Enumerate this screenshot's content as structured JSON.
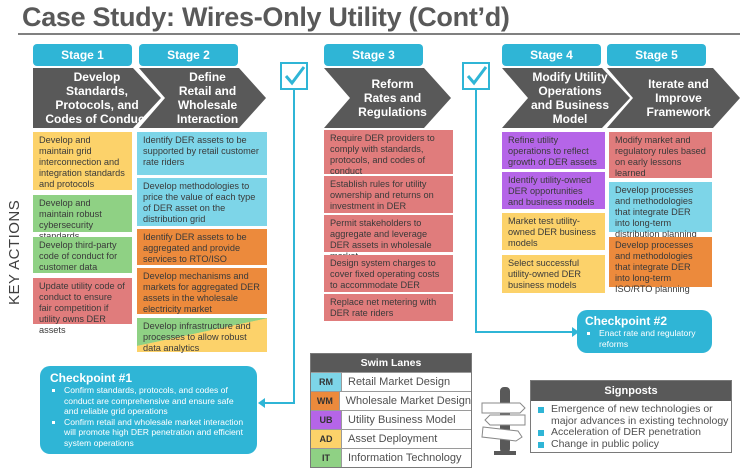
{
  "title": "Case Study: Wires-Only Utility (Cont’d)",
  "side_label": "KEY ACTIONS",
  "stages": [
    {
      "tab": "Stage 1",
      "name": "Develop Standards, Protocols, and Codes of Conduct",
      "lines": [
        "Develop",
        "Standards,",
        "Protocols, and",
        "Codes of Conduct"
      ],
      "actions": [
        {
          "lane": "AD",
          "text": "Develop and maintain grid interconnection and integration standards and protocols"
        },
        {
          "lane": "IT",
          "text": "Develop and maintain robust cybersecurity standards"
        },
        {
          "lane": "IT",
          "text": "Develop third-party code of conduct for customer data"
        },
        {
          "lane": "RR",
          "text": "Update utility code of conduct to ensure fair competition if utility owns DER assets"
        }
      ]
    },
    {
      "tab": "Stage 2",
      "name": "Define Retail and Wholesale Interaction",
      "lines": [
        "Define",
        "Retail and",
        "Wholesale",
        "Interaction"
      ],
      "actions": [
        {
          "lane": "RM",
          "text": "Identify DER assets to be supported by retail customer rate riders"
        },
        {
          "lane": "RM",
          "text": "Develop methodologies to price the value of each type of DER asset on the distribution grid"
        },
        {
          "lane": "WM",
          "text": "Identify DER assets to be aggregated and provide services to RTO/ISO"
        },
        {
          "lane": "WM",
          "text": "Develop mechanisms and markets for aggregated DER assets in the wholesale electricity market"
        },
        {
          "lane": "IT/AD",
          "text": "Develop infrastructure and processes to allow robust data analytics"
        }
      ]
    },
    {
      "tab": "Stage 3",
      "name": "Reform Rates and Regulations",
      "lines": [
        "Reform",
        "Rates and",
        "Regulations"
      ],
      "actions": [
        {
          "lane": "RR",
          "text": "Require DER providers to comply with standards, protocols, and codes of conduct"
        },
        {
          "lane": "RR",
          "text": "Establish rules for utility ownership and returns on investment in DER"
        },
        {
          "lane": "RR",
          "text": "Permit stakeholders to aggregate and leverage DER assets in wholesale market"
        },
        {
          "lane": "RR",
          "text": "Design system charges to cover fixed operating costs to accommodate DER"
        },
        {
          "lane": "RR",
          "text": "Replace net metering with DER rate riders"
        }
      ]
    },
    {
      "tab": "Stage 4",
      "name": "Modify Utility Operations and Business Model",
      "lines": [
        "Modify Utility",
        "Operations",
        "and Business",
        "Model"
      ],
      "actions": [
        {
          "lane": "UB",
          "text": "Refine utility operations to reflect growth of DER assets"
        },
        {
          "lane": "UB",
          "text": "Identify utility-owned DER opportunities and business models"
        },
        {
          "lane": "AD",
          "text": "Market test utility-owned DER business models"
        },
        {
          "lane": "AD",
          "text": "Select successful utility-owned  DER business models"
        }
      ]
    },
    {
      "tab": "Stage 5",
      "name": "Iterate and Improve Framework",
      "lines": [
        "Iterate and",
        "Improve",
        "Framework"
      ],
      "actions": [
        {
          "lane": "RR",
          "text": "Modify market and regulatory rules based on early lessons learned"
        },
        {
          "lane": "RM",
          "text": "Develop processes and methodologies that integrate DER into long-term distribution planning"
        },
        {
          "lane": "WM",
          "text": "Develop processes and methodologies that integrate DER into long-term ISO/RTO planning"
        }
      ]
    }
  ],
  "checkpoints": [
    {
      "title": "Checkpoint #1",
      "items": [
        "Confirm standards, protocols, and codes of conduct are comprehensive and ensure safe and reliable grid operations",
        "Confirm retail and wholesale market interaction will promote high DER penetration and efficient system operations"
      ]
    },
    {
      "title": "Checkpoint #2",
      "items": [
        "Enact rate and regulatory reforms"
      ]
    }
  ],
  "swim_lanes": {
    "title": "Swim Lanes",
    "rows": [
      {
        "code": "RM",
        "label": "Retail Market Design",
        "color": "#7dd5e8"
      },
      {
        "code": "WM",
        "label": "Wholesale Market Design",
        "color": "#ec8a3c"
      },
      {
        "code": "UB",
        "label": "Utility Business Model",
        "color": "#b565e8"
      },
      {
        "code": "AD",
        "label": "Asset Deployment",
        "color": "#fcd26a"
      },
      {
        "code": "IT",
        "label": "Information Technology",
        "color": "#8fd184"
      }
    ]
  },
  "signposts": {
    "title": "Signposts",
    "items": [
      "Emergence of new technologies or major advances in existing technology",
      "Acceleration of DER penetration",
      "Change in public policy"
    ]
  },
  "colors": {
    "accent": "#2fb5d6",
    "chevron": "#595959",
    "regulatory_red": "#e07c7c"
  }
}
